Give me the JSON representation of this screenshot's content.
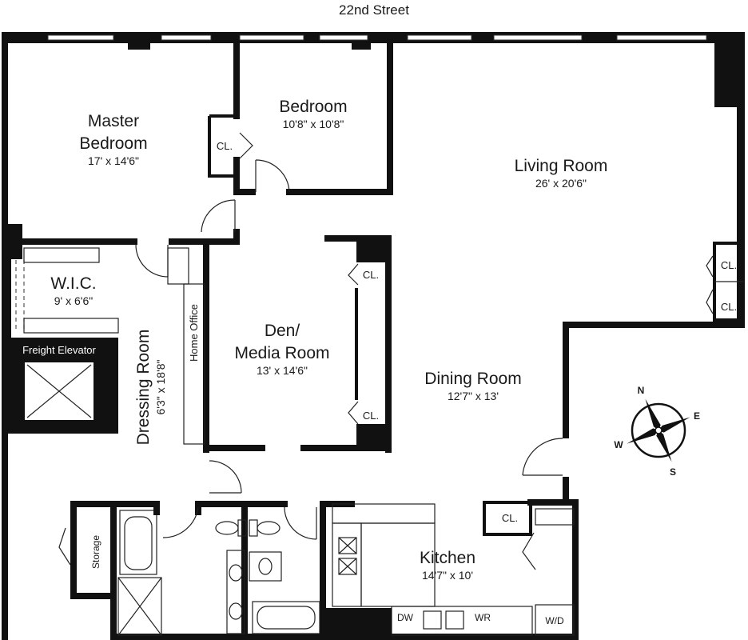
{
  "street": "22nd Street",
  "rooms": {
    "master": {
      "name_line1": "Master",
      "name_line2": "Bedroom",
      "dims": "17' x 14'6\""
    },
    "bedroom": {
      "name": "Bedroom",
      "dims": "10'8\" x 10'8\""
    },
    "living": {
      "name": "Living Room",
      "dims": "26' x 20'6\""
    },
    "wic": {
      "name": "W.I.C.",
      "dims": "9' x 6'6\""
    },
    "den": {
      "name_line1": "Den/",
      "name_line2": "Media Room",
      "dims": "13' x 14'6\""
    },
    "dining": {
      "name": "Dining Room",
      "dims": "12'7\" x 13'"
    },
    "dressing": {
      "name": "Dressing Room",
      "dims": "6'3\" x 18'8\""
    },
    "home_office": {
      "name": "Home Office"
    },
    "kitchen": {
      "name": "Kitchen",
      "dims": "14'7\" x 10'"
    },
    "freight": {
      "name": "Freight Elevator"
    },
    "storage": {
      "name": "Storage"
    }
  },
  "closet_label": "CL.",
  "appliances": {
    "dw": "DW",
    "wr": "WR",
    "wd": "W/D"
  },
  "compass": {
    "n": "N",
    "e": "E",
    "s": "S",
    "w": "W"
  }
}
